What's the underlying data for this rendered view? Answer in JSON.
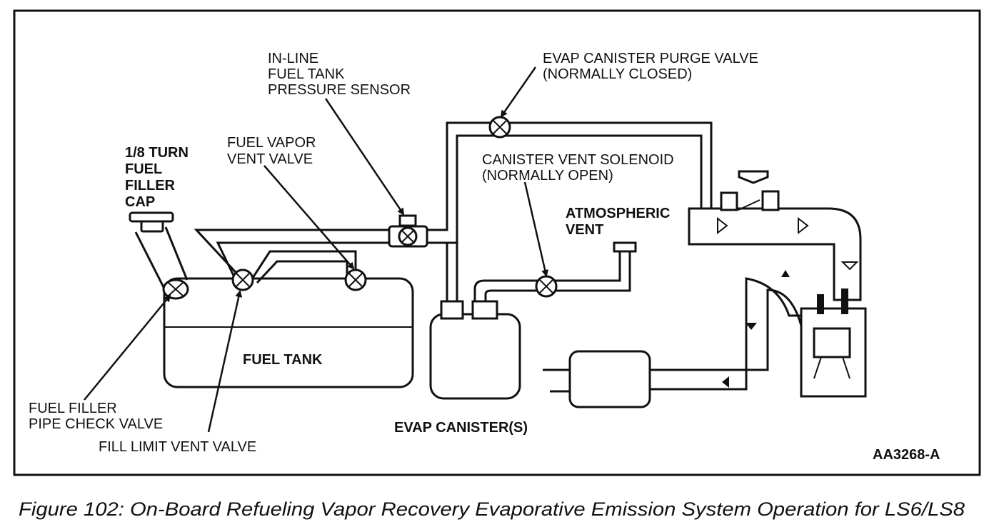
{
  "labels": {
    "pressure_sensor": [
      "IN-LINE",
      "FUEL TANK",
      "PRESSURE SENSOR"
    ],
    "purge_valve": [
      "EVAP CANISTER PURGE VALVE",
      "(NORMALLY CLOSED)"
    ],
    "filler_cap": [
      "1/8 TURN",
      "FUEL",
      "FILLER",
      "CAP"
    ],
    "vapor_vent_valve": [
      "FUEL VAPOR",
      "VENT VALVE"
    ],
    "vent_solenoid": [
      "CANISTER VENT SOLENOID",
      "(NORMALLY OPEN)"
    ],
    "atmospheric_vent": [
      "ATMOSPHERIC",
      "VENT"
    ],
    "fuel_tank": "FUEL TANK",
    "check_valve": [
      "FUEL FILLER",
      "PIPE CHECK VALVE"
    ],
    "fill_limit_valve": "FILL LIMIT VENT VALVE",
    "evap_canisters": "EVAP CANISTER(S)",
    "figure_id": "AA3268-A"
  },
  "caption": "Figure 102: On-Board Refueling Vapor Recovery Evaporative Emission System Operation for LS6/LS8"
}
